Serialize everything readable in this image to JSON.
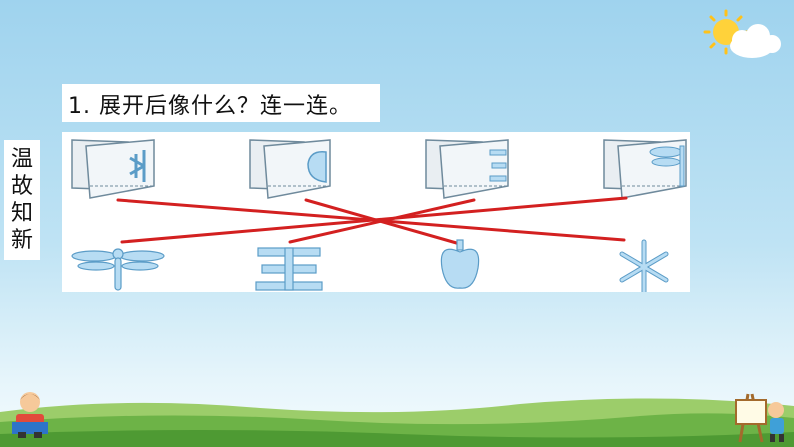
{
  "question": {
    "text": "1. 展开后像什么？连一连。"
  },
  "sidebar": {
    "label": "温故知新"
  },
  "exercise": {
    "folded_papers": [
      {
        "name": "snowflake-half"
      },
      {
        "name": "apple-half"
      },
      {
        "name": "wang-half"
      },
      {
        "name": "dragonfly-half"
      }
    ],
    "shapes": [
      {
        "name": "dragonfly"
      },
      {
        "name": "wang-character",
        "label": "王"
      },
      {
        "name": "apple"
      },
      {
        "name": "snowflake"
      }
    ],
    "connections": [
      {
        "from_paper": 1,
        "to_shape": 4
      },
      {
        "from_paper": 2,
        "to_shape": 3
      },
      {
        "from_paper": 3,
        "to_shape": 2
      },
      {
        "from_paper": 4,
        "to_shape": 1
      }
    ]
  },
  "colors": {
    "shape_fill": "#b7dcf3",
    "shape_stroke": "#5b9cc7",
    "paper_fill": "#e9eef2",
    "paper_stroke": "#6f8a9c",
    "line": "#d32020",
    "background_top": "#9fd3ee"
  }
}
